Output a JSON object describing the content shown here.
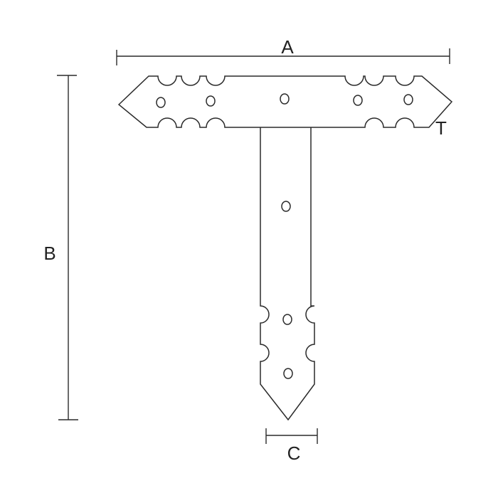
{
  "dimensions": {
    "a_label": "A",
    "b_label": "B",
    "c_label": "C",
    "t_label": "T"
  },
  "colors": {
    "line": "#2a2a2a",
    "background": "#ffffff"
  }
}
